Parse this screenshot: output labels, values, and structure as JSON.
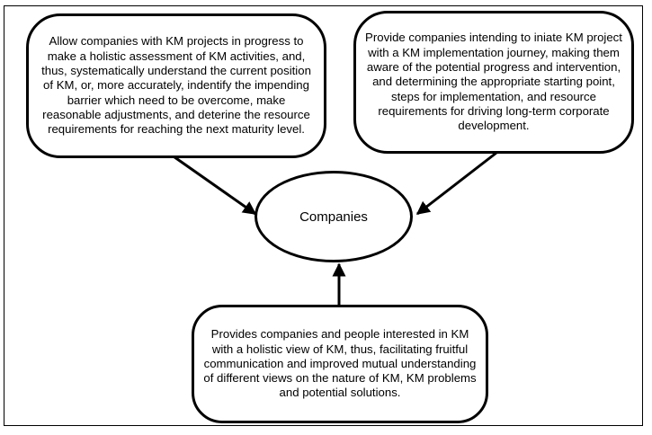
{
  "diagram": {
    "center_label": "Companies",
    "top_left_text": "Allow companies with KM projects in progress to make a holistic assessment of KM activities, and, thus, systematically understand the current position of KM, or, more accurately, indentify the impending barrier which need to be overcome, make reasonable adjustments, and deterine the resource requirements for reaching the next maturity level.",
    "top_right_text": "Provide companies intending to iniate KM project with a KM implementation journey, making them aware of the potential progress and intervention, and determining the appropriate starting point, steps for implementation, and  resource requirements for driving long-term corporate development.",
    "bottom_text": "Provides companies and people interested in KM with a holistic view of KM, thus, facilitating fruitful communication and improved mutual understanding of different views on the nature of KM, KM problems and potential solutions."
  }
}
